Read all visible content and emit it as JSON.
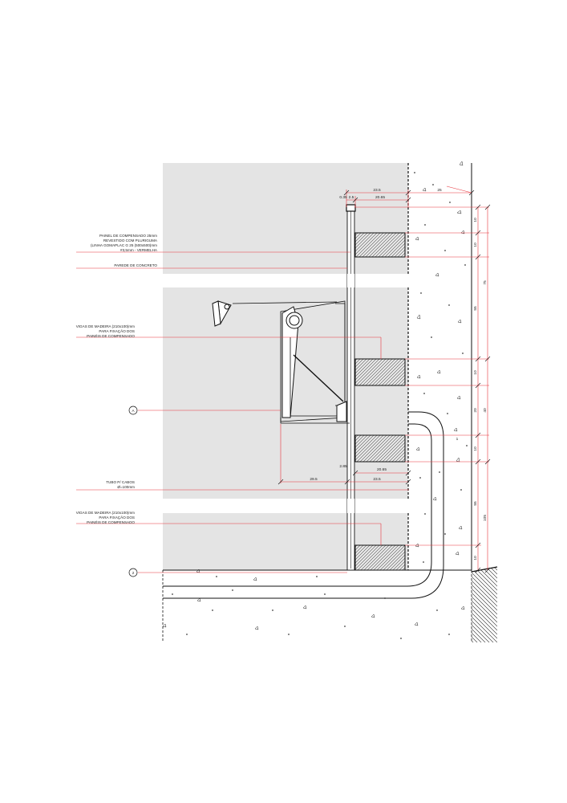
{
  "labels": {
    "plywood_panel": [
      "PAINEL DE COMPENSADO 25mm",
      "REVESTIDO COM PLURIGUMA",
      "(LINHA GOMAPLAC G 25 (500x500)mm",
      "#3,5mm - VERMELHA"
    ],
    "concrete_wall": "PAREDE DE CONCRETO",
    "wood_beams_1": [
      "VIGAS DE MADEIRA (210x100)mm",
      "PARA FIXAÇÃO DOS",
      "PAINÉIS DE COMPENSADO"
    ],
    "cable_tube": [
      "TUBO P/ CABOS",
      "Ø=100mm"
    ],
    "wood_beams_2": [
      "VIGAS DE MADEIRA (210x100)mm",
      "PARA FIXAÇÃO DOS",
      "PAINÉIS DE COMPENSADO"
    ],
    "marker_a": "A",
    "marker_2": "2"
  },
  "dimensions": {
    "top_total": "23.5",
    "top_inner": "20.65",
    "top_left_a": "0.35",
    "top_left_b": "2.5",
    "top_right_diag": "25",
    "mid_total": "23.5",
    "mid_inner": "20.65",
    "mid_left": "2.85",
    "mid_far": "29.5",
    "vertical": [
      "10",
      "10",
      "75",
      "55",
      "10",
      "40",
      "20",
      "10",
      "55",
      "105",
      "10",
      "1"
    ]
  },
  "colors": {
    "annotation": "#e8343c",
    "wall_fill": "#e4e4e4",
    "line": "#111111"
  }
}
